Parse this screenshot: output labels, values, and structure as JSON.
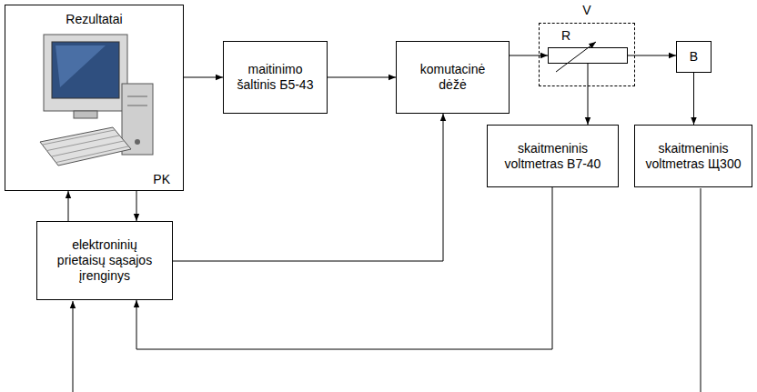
{
  "diagram": {
    "nodes": [
      {
        "text": [
          "Rezultatai",
          "PK"
        ]
      },
      {
        "text": [
          "maitinimo šaltinis Б5-43"
        ]
      },
      {
        "text": [
          "komutacinė dėžė"
        ]
      },
      {
        "text": [
          "V"
        ]
      },
      {
        "text": [
          "R"
        ],
        "in": 3
      },
      {
        "text": [
          "B"
        ]
      },
      {
        "text": [
          "skaitmeninis voltmetras В7-40"
        ]
      },
      {
        "text": [
          "skaitmeninis voltmetras Щ300"
        ]
      },
      {
        "text": [
          "elektroninių prietaisų sąsajos įrenginys"
        ]
      }
    ],
    "edges": [
      {
        "from": 0,
        "to": 1,
        "arrow": "to"
      },
      {
        "from": 1,
        "to": 2,
        "arrow": "to"
      },
      {
        "from": 2,
        "to": 4,
        "arrow": "to"
      },
      {
        "from": 4,
        "to": 5,
        "arrow": "to"
      },
      {
        "from": 4,
        "to": 6,
        "arrow": "to"
      },
      {
        "from": 5,
        "to": 7,
        "arrow": "to"
      },
      {
        "from": 8,
        "to": 0,
        "arrow": "to"
      },
      {
        "from": 0,
        "to": 8,
        "arrow": "to"
      },
      {
        "from": 8,
        "to": 2,
        "arrow": "to"
      },
      {
        "from": 6,
        "to": 8,
        "arrow": "to"
      }
    ]
  }
}
